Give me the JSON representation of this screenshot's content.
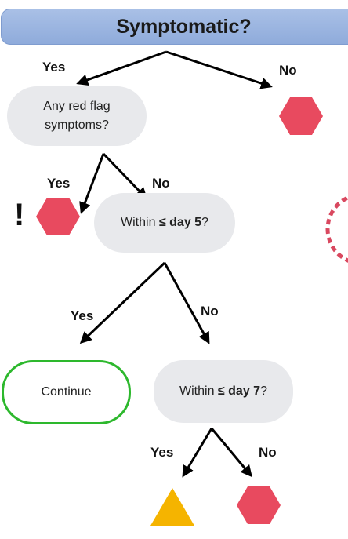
{
  "header": {
    "title": "Symptomatic?"
  },
  "nodes": {
    "red_flag_line1": "Any red flag",
    "red_flag_line2": "symptoms?",
    "day5_prefix": "Within ",
    "day5_bold": "≤ day 5",
    "day5_suffix": "?",
    "day7_prefix": "Within ",
    "day7_bold": "≤ day 7",
    "day7_suffix": "?",
    "continue": "Continue"
  },
  "branches": {
    "top_yes": "Yes",
    "top_no": "No",
    "red_flag_yes": "Yes",
    "red_flag_no": "No",
    "day5_yes": "Yes",
    "day5_no": "No",
    "day7_yes": "Yes",
    "day7_no": "No"
  },
  "marks": {
    "exclamation": "!"
  },
  "colors": {
    "stop_hexagon": "#e84a5f",
    "caution_triangle": "#f5b400",
    "continue_border": "#2db82d",
    "header_fill": "#9bb4e0",
    "node_fill": "#e8e9ec"
  }
}
